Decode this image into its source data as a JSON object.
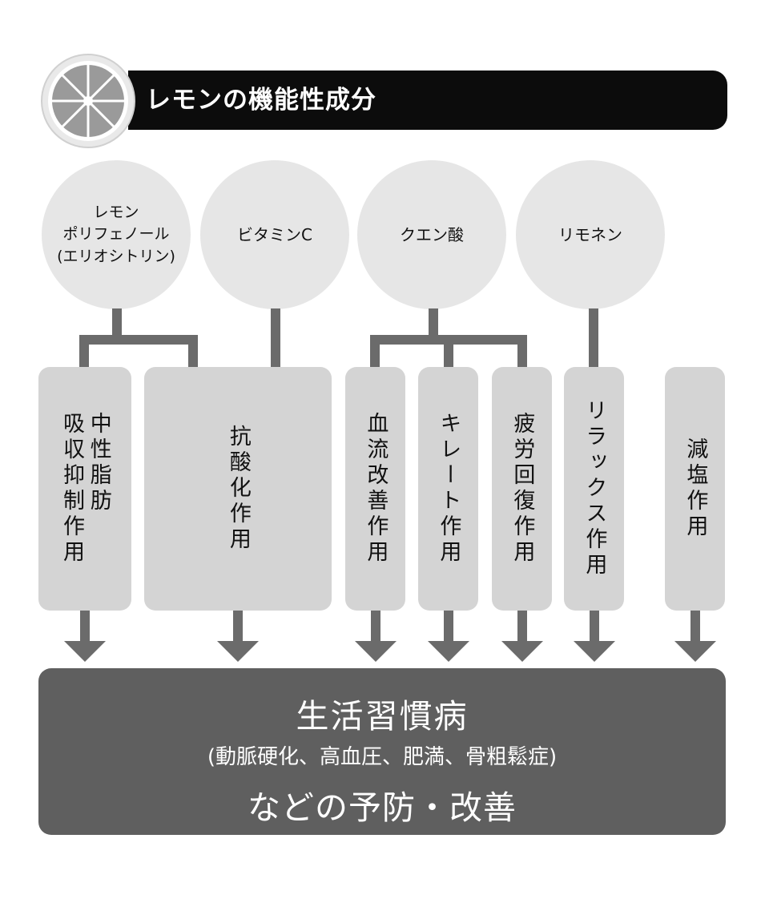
{
  "header": {
    "title": "レモンの機能性成分"
  },
  "components": [
    {
      "id": "polyphenol",
      "label": "レモン\nポリフェノール\n(エリオシトリン)"
    },
    {
      "id": "vitamin-c",
      "label": "ビタミンC"
    },
    {
      "id": "citric-acid",
      "label": "クエン酸"
    },
    {
      "id": "limonene",
      "label": "リモネン"
    }
  ],
  "effects": [
    {
      "id": "fat-absorption",
      "label": "中性脂肪\n吸収抑制作用"
    },
    {
      "id": "antioxidant",
      "label": "抗酸化作用"
    },
    {
      "id": "blood-flow",
      "label": "血流改善作用"
    },
    {
      "id": "chelate",
      "label": "キレート作用"
    },
    {
      "id": "fatigue-recovery",
      "label": "疲労回復作用"
    },
    {
      "id": "relax",
      "label": "リラックス作用"
    },
    {
      "id": "salt-reduction",
      "label": "減塩作用"
    }
  ],
  "result": {
    "line1": "生活習慣病",
    "line2": "(動脈硬化、高血圧、肥満、骨粗鬆症)",
    "line3": "などの予防・改善"
  },
  "colors": {
    "header_bg": "#0c0c0c",
    "circle": "#e6e6e6",
    "effect_box": "#d4d4d4",
    "connector": "#6b6b6b",
    "result_bg": "#5f5f5f"
  }
}
